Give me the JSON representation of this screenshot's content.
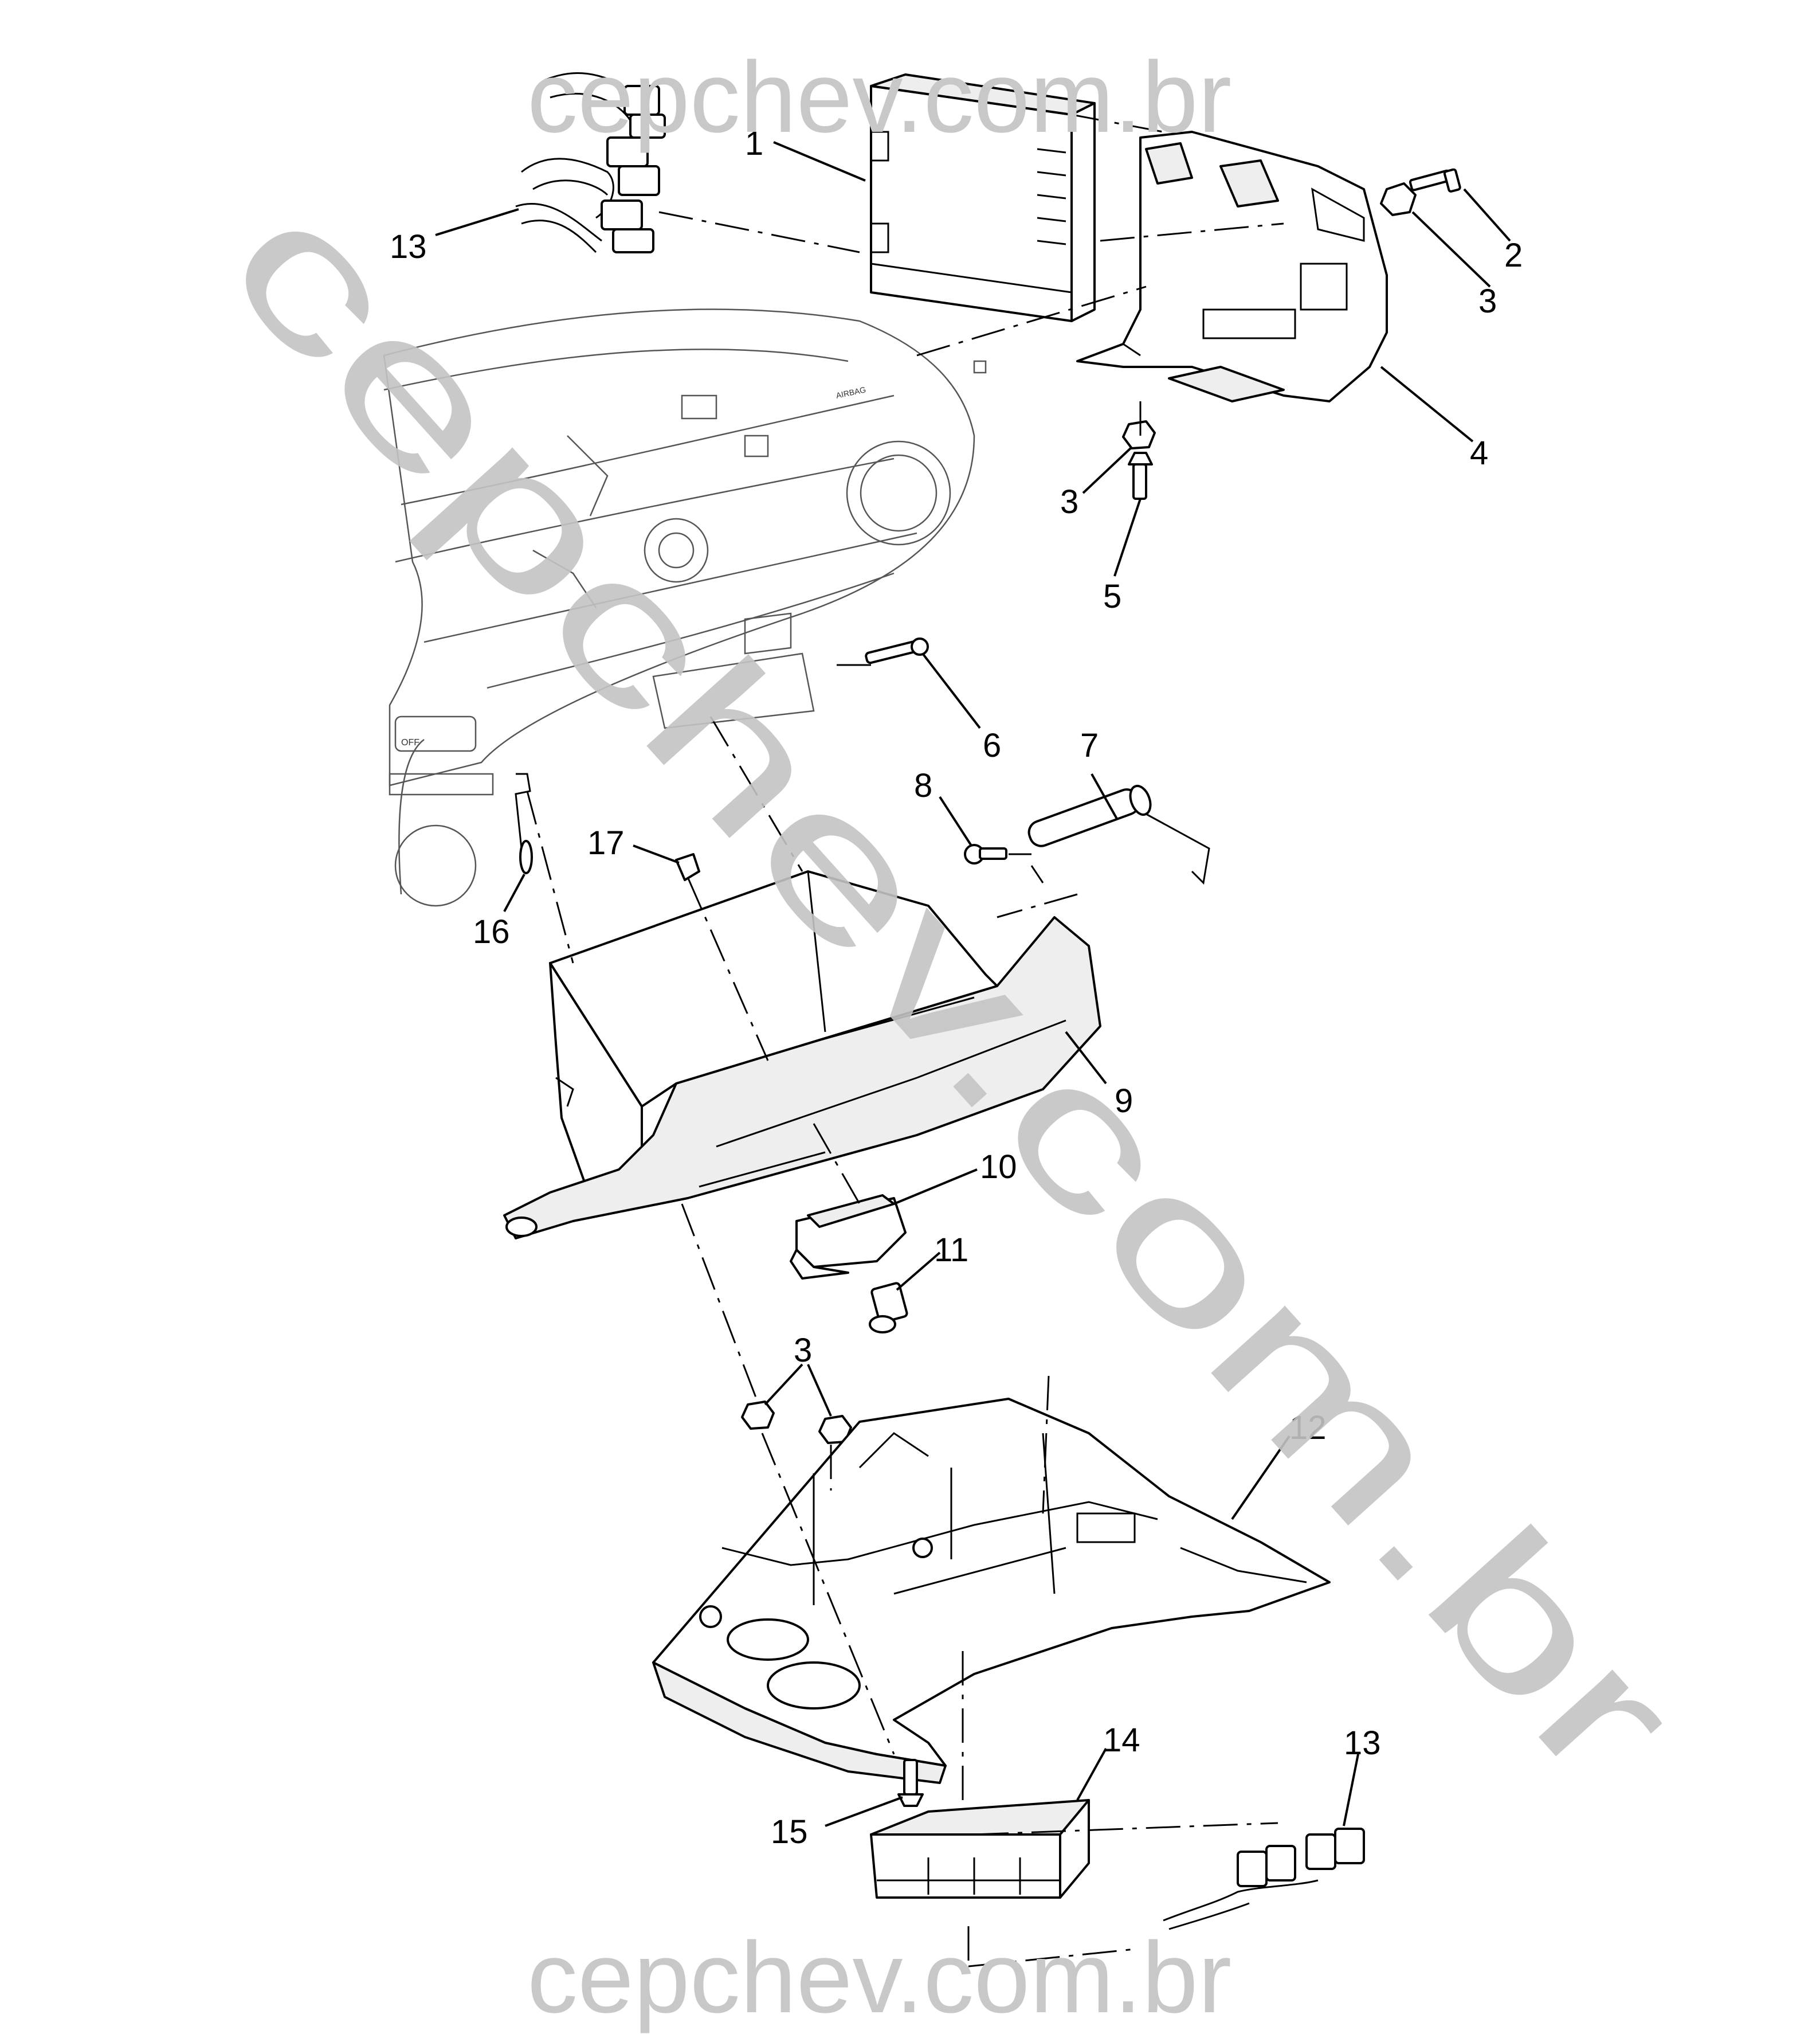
{
  "watermark": {
    "top": "cepchev.com.br",
    "diagonal": "cepchev.com.br",
    "bottom": "cepchev.com.br"
  },
  "callouts": {
    "c1": "1",
    "c2": "2",
    "c3a": "3",
    "c3b": "3",
    "c3c": "3",
    "c4": "4",
    "c5": "5",
    "c6": "6",
    "c7": "7",
    "c8": "8",
    "c9": "9",
    "c10": "10",
    "c11": "11",
    "c12": "12",
    "c13a": "13",
    "c13b": "13",
    "c14": "14",
    "c15": "15",
    "c16": "16",
    "c17": "17"
  },
  "panel_marking": "AIRBAG",
  "switch_marking": "OFF"
}
